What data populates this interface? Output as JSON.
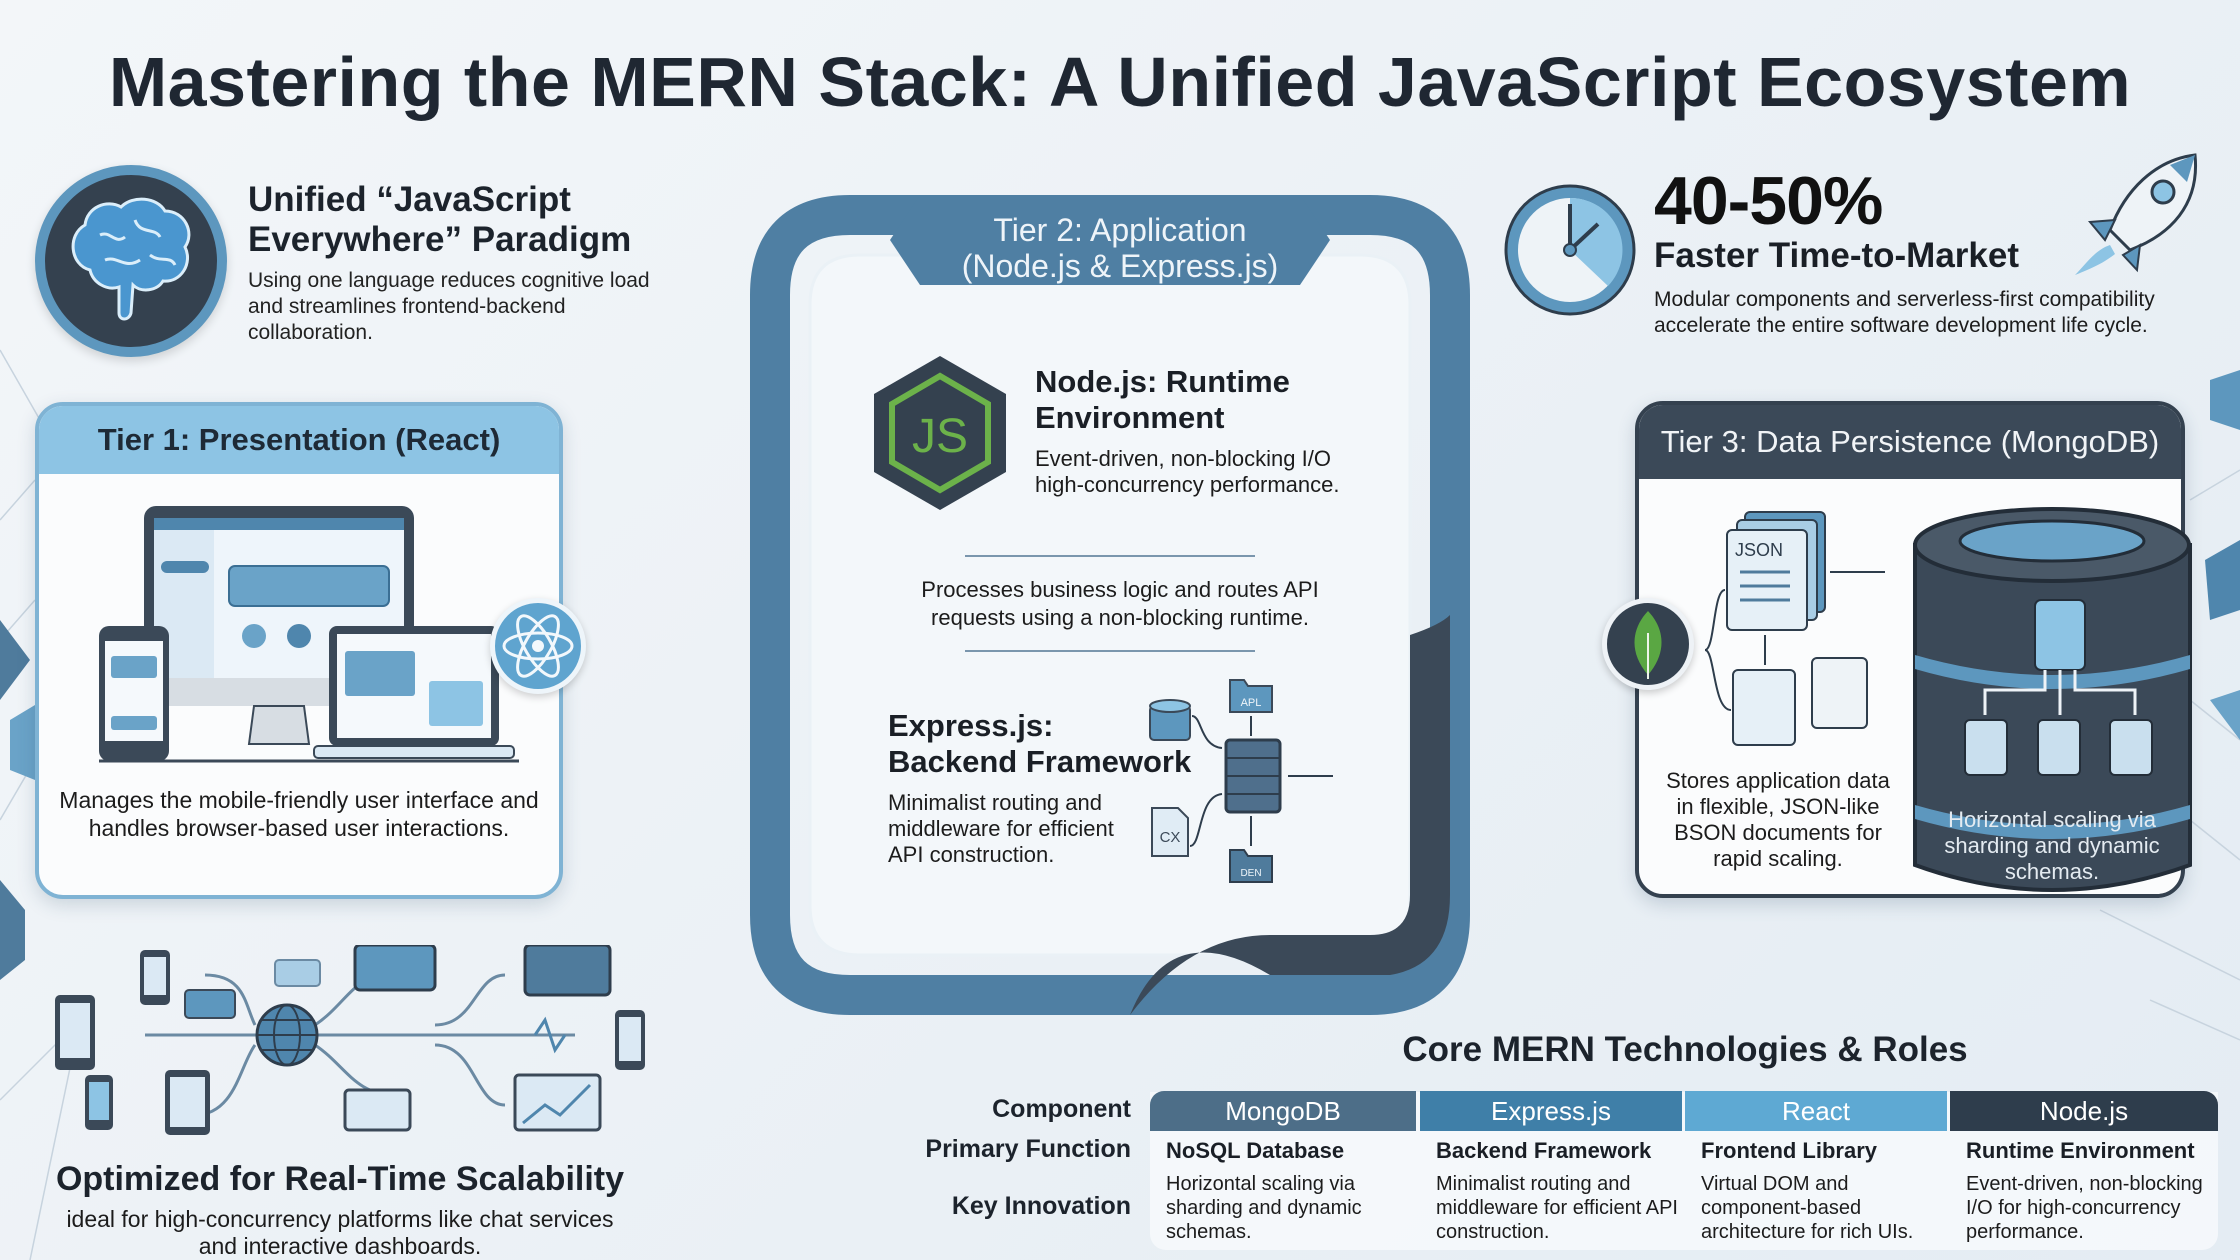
{
  "title": "Mastering the MERN Stack: A Unified JavaScript Ecosystem",
  "unified": {
    "icon": "brain-icon",
    "title": "Unified “JavaScript Everywhere” Paradigm",
    "description": "Using one language reduces cognitive load and streamlines frontend-backend collaboration."
  },
  "tier1": {
    "header": "Tier 1: Presentation (React)",
    "illustration": "responsive-devices-icon",
    "badge_icon": "react-atom-icon",
    "description": "Manages the mobile-friendly user interface and handles browser-based user interactions."
  },
  "realtime": {
    "illustration": "network-devices-icon",
    "title": "Optimized for Real-Time Scalability",
    "description": "ideal for high-concurrency platforms like chat services and interactive dashboards."
  },
  "tier2": {
    "header_line1": "Tier 2: Application",
    "header_line2": "(Node.js & Express.js)",
    "node": {
      "icon": "nodejs-hexagon-icon",
      "icon_text": "JS",
      "title_line1": "Node.js: Runtime",
      "title_line2": "Environment",
      "desc_line1": "Event-driven, non-blocking I/O",
      "desc_line2": "high-concurrency performance."
    },
    "middle_line1": "Processes business logic and routes API",
    "middle_line2": "requests using a non-blocking runtime.",
    "express": {
      "title_line1": "Express.js:",
      "title_line2": "Backend Framework",
      "description": "Minimalist routing and middleware for efficient API construction.",
      "diagram_labels": {
        "api_folder": "APL",
        "doc_file": "CX",
        "bottom_folder": "DEN"
      }
    }
  },
  "stat": {
    "value": "40-50%",
    "label": "Faster Time-to-Market",
    "description": "Modular components and serverless-first compatibility accelerate the entire software development life cycle.",
    "left_icon": "clock-icon",
    "right_icon": "rocket-icon"
  },
  "tier3": {
    "header": "Tier 3: Data Persistence (MongoDB)",
    "badge_icon": "mongodb-leaf-icon",
    "json_label": "JSON",
    "description": "Stores application data in flexible, JSON-like BSON documents for rapid scaling.",
    "cylinder_text": "Horizontal scaling via sharding and dynamic schemas."
  },
  "table": {
    "title": "Core MERN Technologies & Roles",
    "row_labels": [
      "Component",
      "Primary Function",
      "Key Innovation"
    ],
    "columns": [
      {
        "component": "MongoDB",
        "function": "NoSQL Database",
        "innovation": "Horizontal scaling via sharding and dynamic schemas.",
        "color": "#4d6e88"
      },
      {
        "component": "Express.js",
        "function": "Backend Framework",
        "innovation": "Minimalist routing and middleware for efficient API construction.",
        "color": "#3f7fa8"
      },
      {
        "component": "React",
        "function": "Frontend Library",
        "innovation": "Virtual DOM and component-based architecture for rich UIs.",
        "color": "#5ea9d3"
      },
      {
        "component": "Node.js",
        "function": "Runtime Environment",
        "innovation": "Event-driven, non-blocking I/O for high-concurrency performance.",
        "color": "#2e3d4c"
      }
    ]
  },
  "colors": {
    "dark_slate": "#34414f",
    "steel_blue": "#4f86ad",
    "light_blue": "#8dc4e4",
    "node_green": "#6cb24a",
    "mongo_green": "#5aa743"
  }
}
